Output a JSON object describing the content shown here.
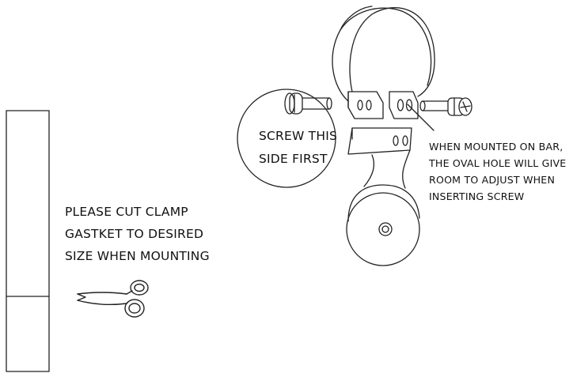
{
  "notes": {
    "gasket": [
      "PLEASE CUT CLAMP",
      "GASTKET TO DESIRED",
      "SIZE WHEN MOUNTING"
    ],
    "screw_first": [
      "SCREW THIS",
      "SIDE FIRST"
    ],
    "mounted_on_bar": [
      "WHEN MOUNTED ON BAR,",
      "THE OVAL HOLE WILL GIVE",
      "ROOM TO ADJUST WHEN",
      "INSERTING SCREW"
    ]
  },
  "icons": {
    "scissors": "scissors-icon",
    "screw": "screw-icon"
  },
  "colors": {
    "line": "#222222",
    "text": "#111111",
    "background": "#ffffff"
  }
}
